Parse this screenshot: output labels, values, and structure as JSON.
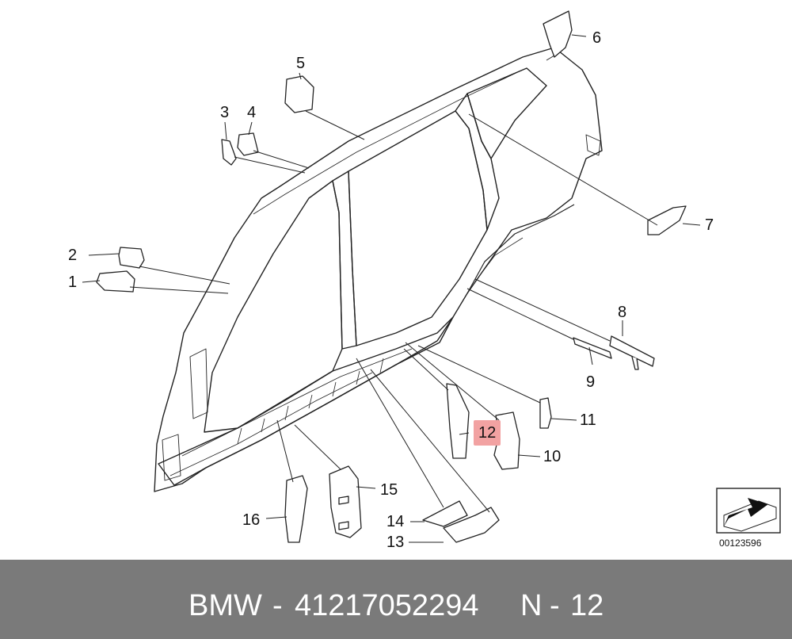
{
  "diagram": {
    "callouts": [
      "1",
      "2",
      "3",
      "4",
      "5",
      "6",
      "7",
      "8",
      "9",
      "10",
      "11",
      "12",
      "13",
      "14",
      "15",
      "16"
    ],
    "highlighted_callout": "12",
    "diagram_id": "00123596"
  },
  "footer": {
    "brand": "BMW",
    "separator": "-",
    "part_number": "41217052294",
    "ref_prefix": "N",
    "ref_separator": "-",
    "ref_number": "12"
  }
}
